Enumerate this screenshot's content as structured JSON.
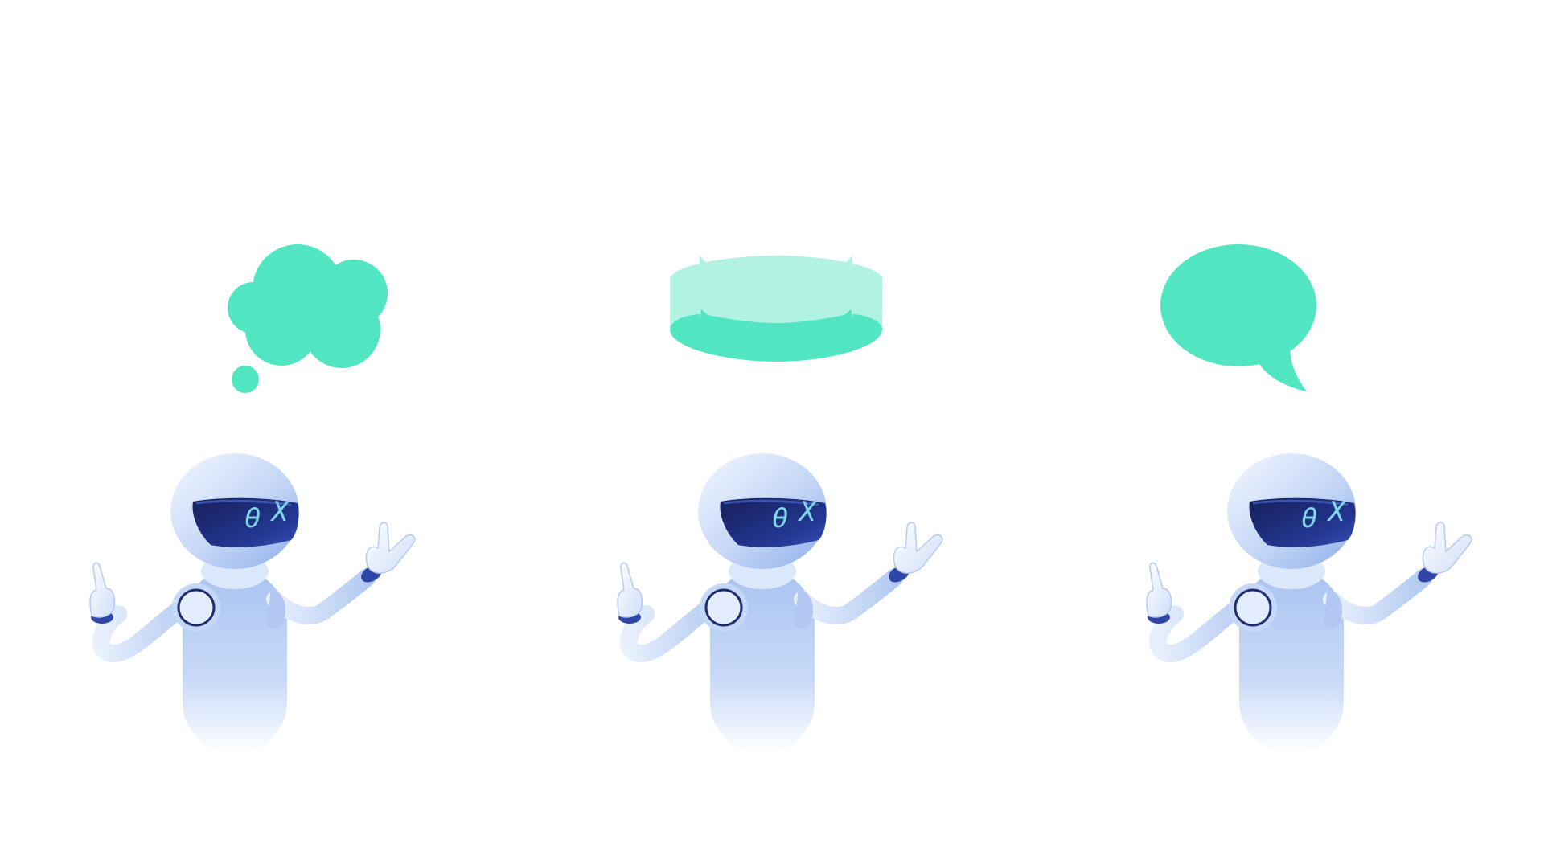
{
  "scene": {
    "background": "#ffffff",
    "colors": {
      "bubble_accent": "#52e5c1",
      "bubble_accent_light": "#b2f2e2",
      "robot_body_light": "#eef4fd",
      "robot_body_mid": "#b6cdf3",
      "robot_visor_dark": "#1f2c6d",
      "robot_visor_mid": "#2f45a8",
      "robot_eye_glyph": "#7fd6e6",
      "robot_joint_dark": "#21318c",
      "robot_joint_blue": "#3b5fd0"
    },
    "panels": [
      {
        "icon": "thought-cloud-icon",
        "robot": {
          "visor_glyphs": [
            "θ",
            "X"
          ]
        }
      },
      {
        "icon": "exchange-ring-icon",
        "robot": {
          "visor_glyphs": [
            "θ",
            "X"
          ]
        }
      },
      {
        "icon": "speech-bubble-icon",
        "robot": {
          "visor_glyphs": [
            "θ",
            "X"
          ]
        }
      }
    ]
  }
}
